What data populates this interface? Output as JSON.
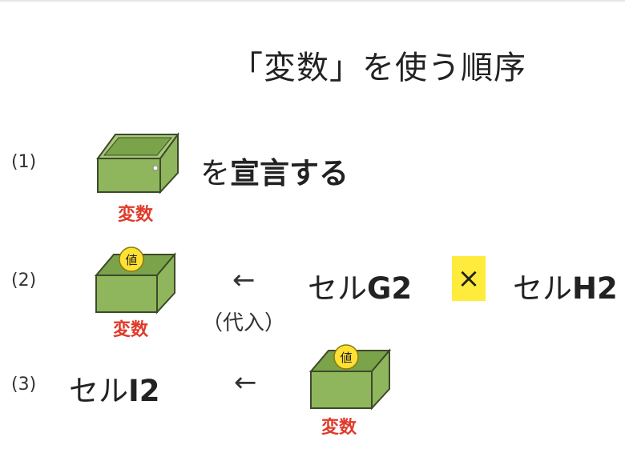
{
  "title": "「変数」を使う順序",
  "variable_label": "変数",
  "coin_label": "値",
  "colors": {
    "box_face": "#8fb65c",
    "box_top": "#a9c97a",
    "box_inner": "#7aa34a",
    "box_stroke": "#3d4a2a",
    "coin_fill": "#ffe033",
    "coin_stroke": "#8a7a10",
    "label_red": "#e03a2a",
    "mult_bg": "#ffeb3b"
  },
  "steps": [
    {
      "number": "(1)",
      "suffix_normal": "を",
      "suffix_bold": "宣言する"
    },
    {
      "number": "(2)",
      "arrow": "←",
      "assign_note": "（代入）",
      "left_operand_prefix": "セル",
      "left_operand_ref": "G2",
      "operator": "×",
      "right_operand_prefix": "セル",
      "right_operand_ref": "H2"
    },
    {
      "number": "(3)",
      "target_prefix": "セル",
      "target_ref": "I2",
      "arrow": "←"
    }
  ]
}
